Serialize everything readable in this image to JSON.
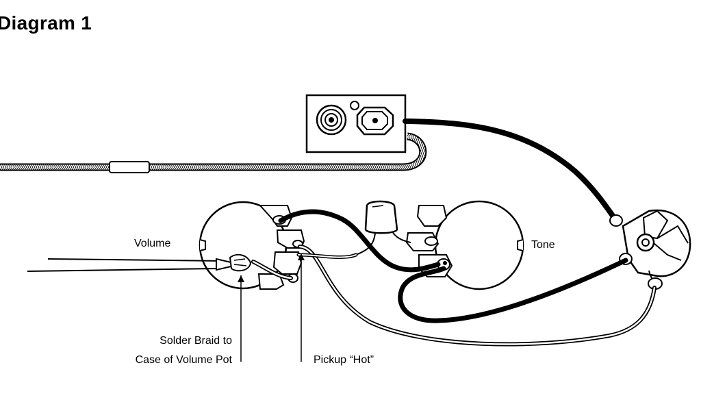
{
  "title": "Diagram 1",
  "labels": {
    "volume": "Volume",
    "tone": "Tone",
    "solder_braid_line1": "Solder Braid to",
    "solder_braid_line2": "Case of Volume Pot",
    "pickup_hot": "Pickup “Hot”"
  },
  "colors": {
    "ink": "#000000",
    "paper": "#ffffff"
  }
}
